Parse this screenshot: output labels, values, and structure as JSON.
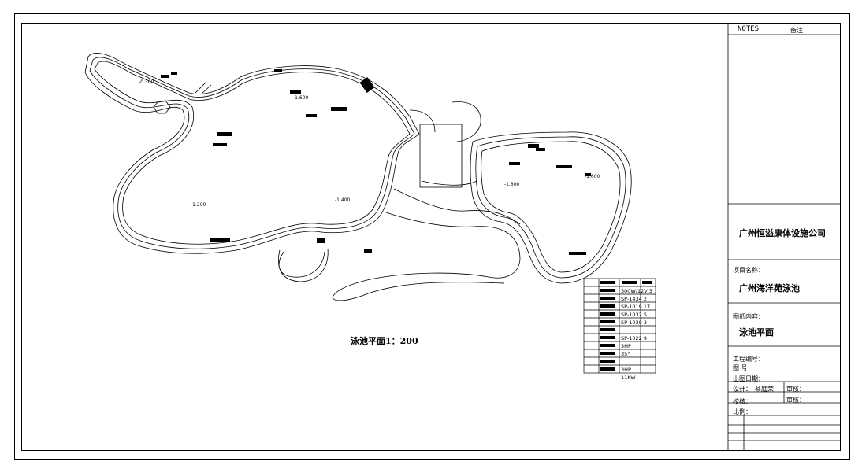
{
  "drawing": {
    "title": "泳池平面1：200",
    "depth_labels": [
      "-0.300",
      "-1.600",
      "-1.200",
      "-1.400",
      "-1.300",
      "-1.600"
    ]
  },
  "legend": {
    "rows": [
      "300W/12V 3",
      "SP-1434 2",
      "SP-1019 17",
      "SP-1032 5",
      "SP-1030 3",
      "",
      "SP-1022 9",
      "3HP",
      "35°",
      "",
      "3HP",
      "11KW"
    ]
  },
  "title_block": {
    "notes_label": "NOTES",
    "notes_cn": "备注",
    "company": "广州恒溢康体设施公司",
    "project_label": "项目名称：",
    "project_name": "广州海洋苑泳池",
    "drawing_content_label": "图纸内容：",
    "drawing_content": "泳池平面",
    "project_no_label": "工程编号：",
    "drawing_no_label": "图  号：",
    "date_label": "出图日期：",
    "design_label": "设计：",
    "designer": "蔡庭荣",
    "review_label": "审核：",
    "check_label": "校核：",
    "approve_label": "审核：",
    "scale_label": "比例："
  }
}
